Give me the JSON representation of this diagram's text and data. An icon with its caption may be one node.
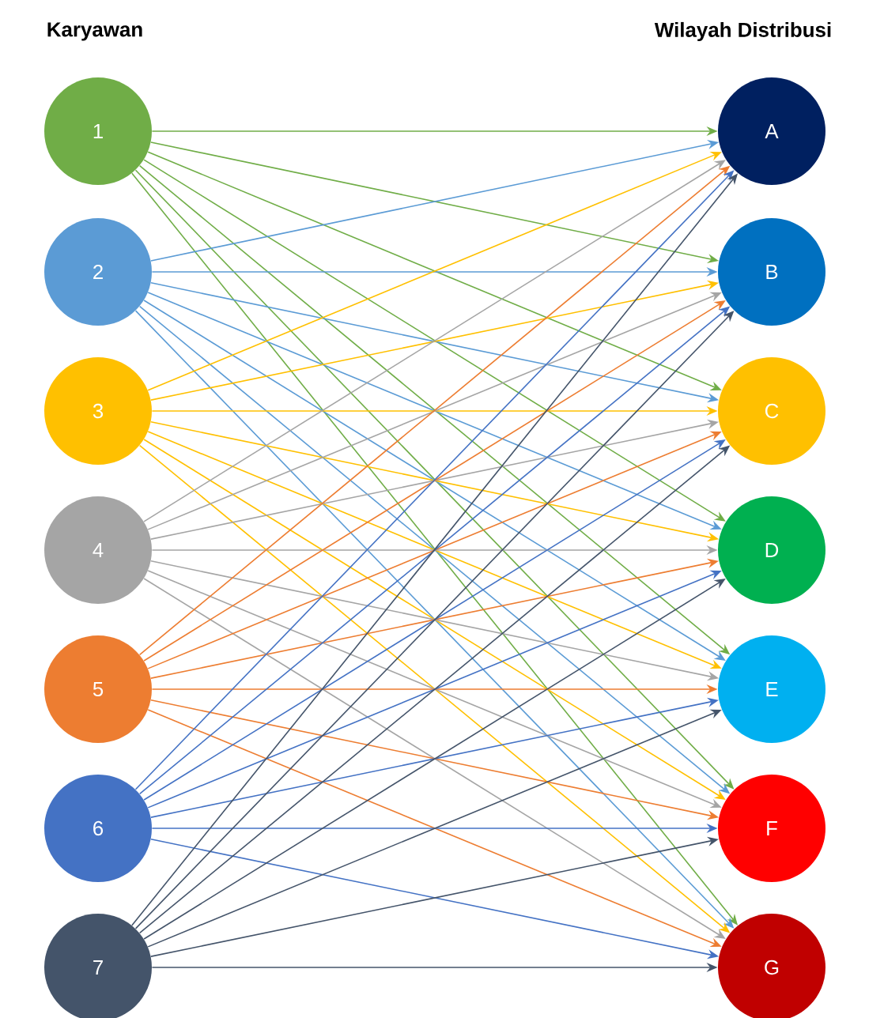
{
  "diagram": {
    "title": "Karyawan",
    "nodes": [
      {
        "text": [
          "1"
        ]
      },
      {
        "text": [
          "2"
        ]
      },
      {
        "text": [
          "3"
        ]
      },
      {
        "text": [
          "4"
        ]
      },
      {
        "text": [
          "5"
        ]
      },
      {
        "text": [
          "6"
        ]
      },
      {
        "text": [
          "7"
        ]
      },
      {
        "text": [
          "A"
        ]
      },
      {
        "text": [
          "B"
        ]
      },
      {
        "text": [
          "C"
        ]
      },
      {
        "text": [
          "D"
        ]
      },
      {
        "text": [
          "E"
        ]
      },
      {
        "text": [
          "F"
        ]
      },
      {
        "text": [
          "G"
        ]
      }
    ],
    "edges": [
      {
        "from": 0,
        "to": 7,
        "arrow": "to",
        "color": "#70ad47"
      },
      {
        "from": 0,
        "to": 8,
        "arrow": "to",
        "color": "#70ad47"
      },
      {
        "from": 0,
        "to": 9,
        "arrow": "to",
        "color": "#70ad47"
      },
      {
        "from": 0,
        "to": 10,
        "arrow": "to",
        "color": "#70ad47"
      },
      {
        "from": 0,
        "to": 11,
        "arrow": "to",
        "color": "#70ad47"
      },
      {
        "from": 0,
        "to": 12,
        "arrow": "to",
        "color": "#70ad47"
      },
      {
        "from": 0,
        "to": 13,
        "arrow": "to",
        "color": "#70ad47"
      },
      {
        "from": 1,
        "to": 7,
        "arrow": "to",
        "color": "#5b9bd5"
      },
      {
        "from": 1,
        "to": 8,
        "arrow": "to",
        "color": "#5b9bd5"
      },
      {
        "from": 1,
        "to": 9,
        "arrow": "to",
        "color": "#5b9bd5"
      },
      {
        "from": 1,
        "to": 10,
        "arrow": "to",
        "color": "#5b9bd5"
      },
      {
        "from": 1,
        "to": 11,
        "arrow": "to",
        "color": "#5b9bd5"
      },
      {
        "from": 1,
        "to": 12,
        "arrow": "to",
        "color": "#5b9bd5"
      },
      {
        "from": 1,
        "to": 13,
        "arrow": "to",
        "color": "#5b9bd5"
      },
      {
        "from": 2,
        "to": 7,
        "arrow": "to",
        "color": "#ffc000"
      },
      {
        "from": 2,
        "to": 8,
        "arrow": "to",
        "color": "#ffc000"
      },
      {
        "from": 2,
        "to": 9,
        "arrow": "to",
        "color": "#ffc000"
      },
      {
        "from": 2,
        "to": 10,
        "arrow": "to",
        "color": "#ffc000"
      },
      {
        "from": 2,
        "to": 11,
        "arrow": "to",
        "color": "#ffc000"
      },
      {
        "from": 2,
        "to": 12,
        "arrow": "to",
        "color": "#ffc000"
      },
      {
        "from": 2,
        "to": 13,
        "arrow": "to",
        "color": "#ffc000"
      },
      {
        "from": 3,
        "to": 7,
        "arrow": "to",
        "color": "#a5a5a5"
      },
      {
        "from": 3,
        "to": 8,
        "arrow": "to",
        "color": "#a5a5a5"
      },
      {
        "from": 3,
        "to": 9,
        "arrow": "to",
        "color": "#a5a5a5"
      },
      {
        "from": 3,
        "to": 10,
        "arrow": "to",
        "color": "#a5a5a5"
      },
      {
        "from": 3,
        "to": 11,
        "arrow": "to",
        "color": "#a5a5a5"
      },
      {
        "from": 3,
        "to": 12,
        "arrow": "to",
        "color": "#a5a5a5"
      },
      {
        "from": 3,
        "to": 13,
        "arrow": "to",
        "color": "#a5a5a5"
      },
      {
        "from": 4,
        "to": 7,
        "arrow": "to",
        "color": "#ed7d31"
      },
      {
        "from": 4,
        "to": 8,
        "arrow": "to",
        "color": "#ed7d31"
      },
      {
        "from": 4,
        "to": 9,
        "arrow": "to",
        "color": "#ed7d31"
      },
      {
        "from": 4,
        "to": 10,
        "arrow": "to",
        "color": "#ed7d31"
      },
      {
        "from": 4,
        "to": 11,
        "arrow": "to",
        "color": "#ed7d31"
      },
      {
        "from": 4,
        "to": 12,
        "arrow": "to",
        "color": "#ed7d31"
      },
      {
        "from": 4,
        "to": 13,
        "arrow": "to",
        "color": "#ed7d31"
      },
      {
        "from": 5,
        "to": 7,
        "arrow": "to",
        "color": "#4472c4"
      },
      {
        "from": 5,
        "to": 8,
        "arrow": "to",
        "color": "#4472c4"
      },
      {
        "from": 5,
        "to": 9,
        "arrow": "to",
        "color": "#4472c4"
      },
      {
        "from": 5,
        "to": 10,
        "arrow": "to",
        "color": "#4472c4"
      },
      {
        "from": 5,
        "to": 11,
        "arrow": "to",
        "color": "#4472c4"
      },
      {
        "from": 5,
        "to": 12,
        "arrow": "to",
        "color": "#4472c4"
      },
      {
        "from": 5,
        "to": 13,
        "arrow": "to",
        "color": "#4472c4"
      },
      {
        "from": 6,
        "to": 7,
        "arrow": "to",
        "color": "#44546a"
      },
      {
        "from": 6,
        "to": 8,
        "arrow": "to",
        "color": "#44546a"
      },
      {
        "from": 6,
        "to": 9,
        "arrow": "to",
        "color": "#44546a"
      },
      {
        "from": 6,
        "to": 10,
        "arrow": "to",
        "color": "#44546a"
      },
      {
        "from": 6,
        "to": 11,
        "arrow": "to",
        "color": "#44546a"
      },
      {
        "from": 6,
        "to": 12,
        "arrow": "to",
        "color": "#44546a"
      },
      {
        "from": 6,
        "to": 13,
        "arrow": "to",
        "color": "#44546a"
      }
    ],
    "labels": [
      "Wilayah Distribusi"
    ]
  }
}
